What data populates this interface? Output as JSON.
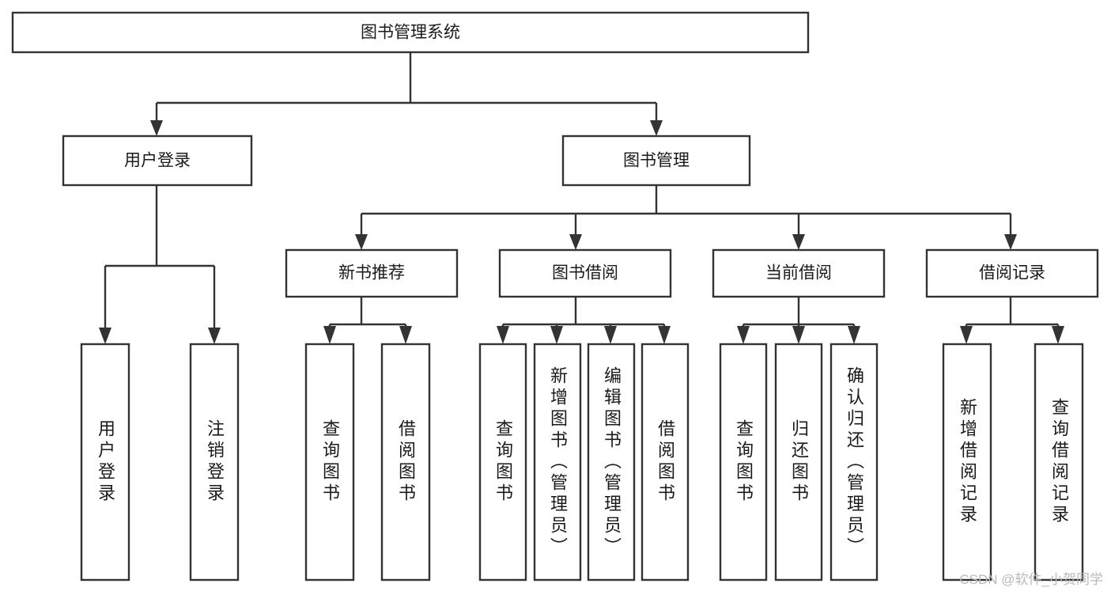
{
  "diagram": {
    "title": "图书管理系统",
    "type": "tree",
    "root": {
      "id": "root",
      "label": "图书管理系统",
      "level": 1
    },
    "level2": [
      {
        "id": "user-login",
        "label": "用户登录"
      },
      {
        "id": "book-management",
        "label": "图书管理"
      }
    ],
    "level3": [
      {
        "id": "new-book-recommend",
        "label": "新书推荐",
        "parent": "book-management"
      },
      {
        "id": "book-borrow",
        "label": "图书借阅",
        "parent": "book-management"
      },
      {
        "id": "current-borrow",
        "label": "当前借阅",
        "parent": "book-management"
      },
      {
        "id": "borrow-record",
        "label": "借阅记录",
        "parent": "book-management"
      }
    ],
    "leaves": [
      {
        "id": "leaf-user-login",
        "label": "用户登录",
        "parent": "user-login"
      },
      {
        "id": "leaf-logout",
        "label": "注销登录",
        "parent": "user-login"
      },
      {
        "id": "leaf-query-book-1",
        "label": "查询图书",
        "parent": "new-book-recommend"
      },
      {
        "id": "leaf-borrow-book-1",
        "label": "借阅图书",
        "parent": "new-book-recommend"
      },
      {
        "id": "leaf-query-book-2",
        "label": "查询图书",
        "parent": "book-borrow"
      },
      {
        "id": "leaf-add-book",
        "label": "新增图书（管理员）",
        "parent": "book-borrow"
      },
      {
        "id": "leaf-edit-book",
        "label": "编辑图书（管理员）",
        "parent": "book-borrow"
      },
      {
        "id": "leaf-borrow-book-2",
        "label": "借阅图书",
        "parent": "book-borrow"
      },
      {
        "id": "leaf-query-book-3",
        "label": "查询图书",
        "parent": "current-borrow"
      },
      {
        "id": "leaf-return-book",
        "label": "归还图书",
        "parent": "current-borrow"
      },
      {
        "id": "leaf-confirm-return",
        "label": "确认归还（管理员）",
        "parent": "current-borrow"
      },
      {
        "id": "leaf-add-record",
        "label": "新增借阅记录",
        "parent": "borrow-record"
      },
      {
        "id": "leaf-query-record",
        "label": "查询借阅记录",
        "parent": "borrow-record"
      }
    ],
    "colors": {
      "stroke": "#333333",
      "fill": "#ffffff",
      "text": "#1a1a1a",
      "watermark": "#b9b9b9"
    }
  },
  "watermark": {
    "text": "CSDN @软件_小贺同学"
  }
}
